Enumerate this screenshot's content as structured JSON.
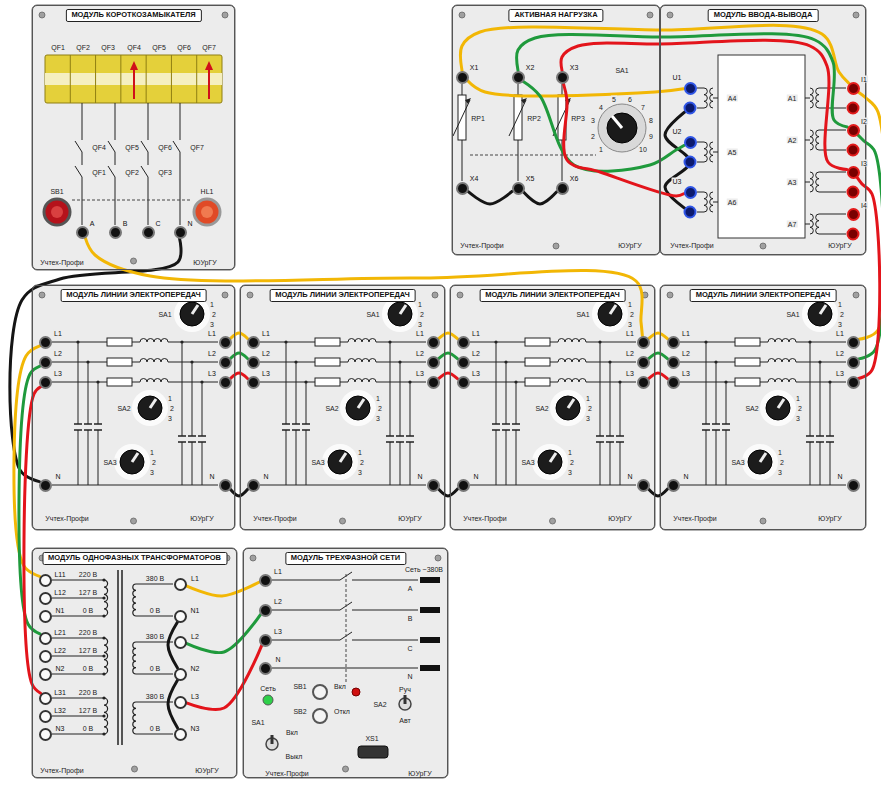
{
  "diagram": {
    "nodes": [
      {
        "text": [
          "МОДУЛЬ КОРОТКОЗАМЫКАТЕЛЯ"
        ]
      },
      {
        "text": [
          "A"
        ],
        "in": 0
      },
      {
        "text": [
          "B"
        ],
        "in": 0
      },
      {
        "text": [
          "C"
        ],
        "in": 0
      },
      {
        "text": [
          "N"
        ],
        "in": 0
      },
      {
        "text": [
          "АКТИВНАЯ НАГРУЗКА"
        ]
      },
      {
        "text": [
          "X1"
        ],
        "in": 5
      },
      {
        "text": [
          "X2"
        ],
        "in": 5
      },
      {
        "text": [
          "X3"
        ],
        "in": 5
      },
      {
        "text": [
          "X4"
        ],
        "in": 5
      },
      {
        "text": [
          "X5"
        ],
        "in": 5
      },
      {
        "text": [
          "X6"
        ],
        "in": 5
      },
      {
        "text": [
          "МОДУЛЬ ВВОДА-ВЫВОДА"
        ]
      },
      {
        "text": [
          "U1"
        ],
        "in": 12
      },
      {
        "text": [
          "U2"
        ],
        "in": 12
      },
      {
        "text": [
          "U3"
        ],
        "in": 12
      },
      {
        "text": [
          "I1"
        ],
        "in": 12
      },
      {
        "text": [
          "I2"
        ],
        "in": 12
      },
      {
        "text": [
          "I3"
        ],
        "in": 12
      },
      {
        "text": [
          "I4"
        ],
        "in": 12
      },
      {
        "text": [
          "МОДУЛЬ ЛИНИИ ЭЛЕКТРОПЕРЕДАЧ"
        ]
      },
      {
        "text": [
          "L1"
        ],
        "in": 20
      },
      {
        "text": [
          "L2"
        ],
        "in": 20
      },
      {
        "text": [
          "L3"
        ],
        "in": 20
      },
      {
        "text": [
          "N"
        ],
        "in": 20
      },
      {
        "text": [
          "L1"
        ],
        "in": 20
      },
      {
        "text": [
          "L2"
        ],
        "in": 20
      },
      {
        "text": [
          "L3"
        ],
        "in": 20
      },
      {
        "text": [
          "N"
        ],
        "in": 20
      },
      {
        "text": [
          "МОДУЛЬ ЛИНИИ ЭЛЕКТРОПЕРЕДАЧ"
        ]
      },
      {
        "text": [
          "L1"
        ],
        "in": 29
      },
      {
        "text": [
          "L2"
        ],
        "in": 29
      },
      {
        "text": [
          "L3"
        ],
        "in": 29
      },
      {
        "text": [
          "N"
        ],
        "in": 29
      },
      {
        "text": [
          "L1"
        ],
        "in": 29
      },
      {
        "text": [
          "L2"
        ],
        "in": 29
      },
      {
        "text": [
          "L3"
        ],
        "in": 29
      },
      {
        "text": [
          "N"
        ],
        "in": 29
      },
      {
        "text": [
          "МОДУЛЬ ЛИНИИ ЭЛЕКТРОПЕРЕДАЧ"
        ]
      },
      {
        "text": [
          "L1"
        ],
        "in": 38
      },
      {
        "text": [
          "L2"
        ],
        "in": 38
      },
      {
        "text": [
          "L3"
        ],
        "in": 38
      },
      {
        "text": [
          "N"
        ],
        "in": 38
      },
      {
        "text": [
          "L1"
        ],
        "in": 38
      },
      {
        "text": [
          "L2"
        ],
        "in": 38
      },
      {
        "text": [
          "L3"
        ],
        "in": 38
      },
      {
        "text": [
          "N"
        ],
        "in": 38
      },
      {
        "text": [
          "МОДУЛЬ ЛИНИИ ЭЛЕКТРОПЕРЕДАЧ"
        ]
      },
      {
        "text": [
          "L1"
        ],
        "in": 47
      },
      {
        "text": [
          "L2"
        ],
        "in": 47
      },
      {
        "text": [
          "L3"
        ],
        "in": 47
      },
      {
        "text": [
          "N"
        ],
        "in": 47
      },
      {
        "text": [
          "L1"
        ],
        "in": 47
      },
      {
        "text": [
          "L2"
        ],
        "in": 47
      },
      {
        "text": [
          "L3"
        ],
        "in": 47
      },
      {
        "text": [
          "N"
        ],
        "in": 47
      },
      {
        "text": [
          "МОДУЛЬ ОДНОФАЗНЫХ ТРАНСФОРМАТОРОВ"
        ]
      },
      {
        "text": [
          "L11"
        ],
        "in": 56
      },
      {
        "text": [
          "L12"
        ],
        "in": 56
      },
      {
        "text": [
          "N1"
        ],
        "in": 56
      },
      {
        "text": [
          "L21"
        ],
        "in": 56
      },
      {
        "text": [
          "L22"
        ],
        "in": 56
      },
      {
        "text": [
          "N2"
        ],
        "in": 56
      },
      {
        "text": [
          "L31"
        ],
        "in": 56
      },
      {
        "text": [
          "L32"
        ],
        "in": 56
      },
      {
        "text": [
          "N3"
        ],
        "in": 56
      },
      {
        "text": [
          "L1"
        ],
        "in": 56
      },
      {
        "text": [
          "N1"
        ],
        "in": 56
      },
      {
        "text": [
          "L2"
        ],
        "in": 56
      },
      {
        "text": [
          "N2"
        ],
        "in": 56
      },
      {
        "text": [
          "L3"
        ],
        "in": 56
      },
      {
        "text": [
          "N3"
        ],
        "in": 56
      },
      {
        "text": [
          "МОДУЛЬ ТРЕХФАЗНОЙ СЕТИ"
        ]
      },
      {
        "text": [
          "L1"
        ],
        "in": 72
      },
      {
        "text": [
          "L2"
        ],
        "in": 72
      },
      {
        "text": [
          "L3"
        ],
        "in": 72
      },
      {
        "text": [
          "N"
        ],
        "in": 72
      }
    ],
    "edges": [
      {
        "from": 4,
        "to": 24,
        "arrow": "none"
      },
      {
        "from": 1,
        "to": 43,
        "arrow": "none"
      },
      {
        "from": 25,
        "to": 30,
        "arrow": "none"
      },
      {
        "from": 26,
        "to": 31,
        "arrow": "none"
      },
      {
        "from": 27,
        "to": 32,
        "arrow": "none"
      },
      {
        "from": 28,
        "to": 33,
        "arrow": "none"
      },
      {
        "from": 34,
        "to": 39,
        "arrow": "none"
      },
      {
        "from": 35,
        "to": 40,
        "arrow": "none"
      },
      {
        "from": 36,
        "to": 41,
        "arrow": "none"
      },
      {
        "from": 37,
        "to": 42,
        "arrow": "none"
      },
      {
        "from": 43,
        "to": 48,
        "arrow": "none"
      },
      {
        "from": 44,
        "to": 49,
        "arrow": "none"
      },
      {
        "from": 45,
        "to": 50,
        "arrow": "none"
      },
      {
        "from": 46,
        "to": 51,
        "arrow": "none"
      },
      {
        "from": 52,
        "to": 16,
        "arrow": "none"
      },
      {
        "from": 53,
        "to": 17,
        "arrow": "none"
      },
      {
        "from": 54,
        "to": 18,
        "arrow": "none"
      },
      {
        "from": 16,
        "to": 6,
        "arrow": "none"
      },
      {
        "from": 17,
        "to": 7,
        "arrow": "none"
      },
      {
        "from": 18,
        "to": 8,
        "arrow": "none"
      },
      {
        "from": 6,
        "to": 13,
        "arrow": "none"
      },
      {
        "from": 7,
        "to": 14,
        "arrow": "none"
      },
      {
        "from": 8,
        "to": 15,
        "arrow": "none"
      },
      {
        "from": 9,
        "to": 10,
        "arrow": "none"
      },
      {
        "from": 10,
        "to": 11,
        "arrow": "none"
      },
      {
        "from": 21,
        "to": 57,
        "arrow": "none"
      },
      {
        "from": 22,
        "to": 60,
        "arrow": "none"
      },
      {
        "from": 23,
        "to": 63,
        "arrow": "none"
      },
      {
        "from": 73,
        "to": 66,
        "arrow": "none"
      },
      {
        "from": 74,
        "to": 68,
        "arrow": "none"
      },
      {
        "from": 75,
        "to": 70,
        "arrow": "none"
      },
      {
        "from": 67,
        "to": 69,
        "arrow": "none"
      },
      {
        "from": 69,
        "to": 71,
        "arrow": "none"
      }
    ],
    "labels": [
      "QF1",
      "QF2",
      "QF3",
      "QF4",
      "QF5",
      "QF6",
      "QF7",
      "QF4",
      "QF5",
      "QF6",
      "QF7",
      "QF1",
      "QF2",
      "QF3",
      "SB1",
      "HL1",
      "Учтех-Профи",
      "ЮУрГУ",
      "RP1",
      "RP2",
      "RP3",
      "SA1",
      "1",
      "2",
      "3",
      "4",
      "5",
      "6",
      "7",
      "8",
      "9",
      "10",
      "Учтех-Профи",
      "ЮУрГУ",
      "A4",
      "A5",
      "A6",
      "A1",
      "A2",
      "A3",
      "A7",
      "Учтех-Профи",
      "ЮУрГУ",
      "SA1",
      "1",
      "2",
      "3",
      "SA2",
      "1",
      "2",
      "3",
      "SA3",
      "1",
      "2",
      "3",
      "Учтех-Профи",
      "ЮУрГУ",
      "SA1",
      "1",
      "2",
      "3",
      "SA2",
      "1",
      "2",
      "3",
      "SA3",
      "1",
      "2",
      "3",
      "Учтех-Профи",
      "ЮУрГУ",
      "SA1",
      "1",
      "2",
      "3",
      "SA2",
      "1",
      "2",
      "3",
      "SA3",
      "1",
      "2",
      "3",
      "Учтех-Профи",
      "ЮУрГУ",
      "SA1",
      "1",
      "2",
      "3",
      "SA2",
      "1",
      "2",
      "3",
      "SA3",
      "1",
      "2",
      "3",
      "Учтех-Профи",
      "ЮУрГУ",
      "220 В",
      "127 В",
      "0 В",
      "220 В",
      "127 В",
      "0 В",
      "220 В",
      "127 В",
      "0 В",
      "380 В",
      "0 В",
      "380 В",
      "0 В",
      "380 В",
      "0 В",
      "Учтех-Профи",
      "ЮУрГУ",
      "Сеть ~380В",
      "A",
      "B",
      "C",
      "N",
      "SB1",
      "Вкл",
      "SB2",
      "Откл",
      "Сеть",
      "SA1",
      "Вкл",
      "Выкл",
      "SA2",
      "Руч",
      "Авт",
      "XS1",
      "Учтех-Профи",
      "ЮУрГУ"
    ]
  }
}
